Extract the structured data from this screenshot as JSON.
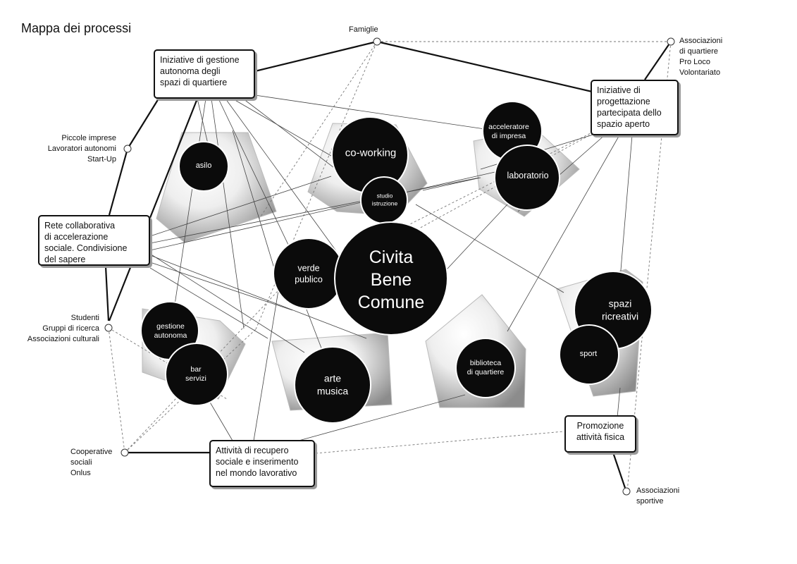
{
  "title": "Mappa dei processi",
  "center": "Civita\nBene\nComune",
  "actors": {
    "famiglie": "Famiglie",
    "associazioni_quartiere": "Associazioni\ndi quartiere\nPro Loco\nVolontariato",
    "piccole_imprese": "Piccole imprese\nLavoratori autonomi\nStart-Up",
    "studenti": "Studenti\nGruppi di ricerca\nAssociazioni culturali",
    "cooperative": "Cooperative\nsociali\nOnlus",
    "associazioni_sportive": "Associazioni\nsportive"
  },
  "processes": {
    "gestione_autonoma": "Iniziative di gestione\nautonoma degli\nspazi di quartiere",
    "progettazione": "Iniziative di\nprogettazione\npartecipata dello\nspazio aperto",
    "rete_collaborativa": "Rete collaborativa\ndi accelerazione\nsociale. Condivisione\ndel sapere",
    "recupero_sociale": "Attività di recupero\nsociale e inserimento\nnel mondo lavorativo",
    "promozione": "Promozione\nattività fisica"
  },
  "spaces": {
    "asilo": "asilo",
    "coworking": "co-working",
    "studio": "studio\nistruzione",
    "acceleratore": "acceleratore\ndi impresa",
    "laboratorio": "laboratorio",
    "verde": "verde\npublico",
    "spazi_ricreativi": "spazi\nricreativi",
    "sport": "sport",
    "gestione": "gestione\nautonoma",
    "bar": "bar\nservizi",
    "arte": "arte\nmusica",
    "biblioteca": "biblioteca\ndi quartiere"
  }
}
